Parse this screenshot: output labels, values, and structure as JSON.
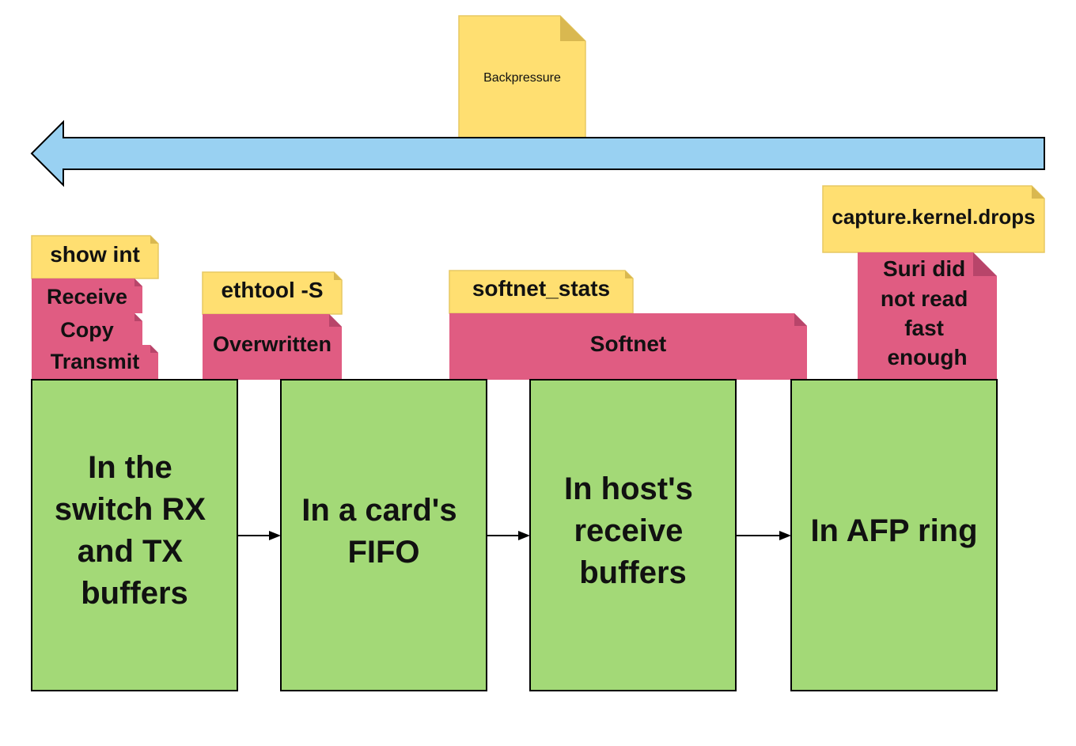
{
  "colors": {
    "yellow_note": "#FFDF71",
    "yellow_fold": "#D9B850",
    "yellow_stroke": "#E7C863",
    "pink_note": "#E05C82",
    "pink_fold": "#B8456A",
    "green_box": "#A3D977",
    "arrow_fill": "#99D1F2",
    "stroke": "#000000"
  },
  "backpressure": {
    "label": "Backpressure"
  },
  "notes": {
    "show_int": "show int",
    "receive": "Receive",
    "copy": "Copy",
    "transmit": "Transmit",
    "ethtool": "ethtool -S",
    "overwritten": "Overwritten",
    "softnet_stats": "softnet_stats",
    "softnet": "Softnet",
    "capture_kernel_drops": "capture.kernel.drops",
    "suri_line1": "Suri did",
    "suri_line2": "not read",
    "suri_line3": "fast",
    "suri_line4": "enough"
  },
  "stages": {
    "switch": {
      "line1": "In the",
      "line2": "switch RX",
      "line3": "and TX",
      "line4": "buffers"
    },
    "card": {
      "line1": "In a card's",
      "line2": "FIFO"
    },
    "host": {
      "line1": "In host's",
      "line2": "receive",
      "line3": "buffers"
    },
    "afp": {
      "line1": "In AFP ring"
    }
  }
}
